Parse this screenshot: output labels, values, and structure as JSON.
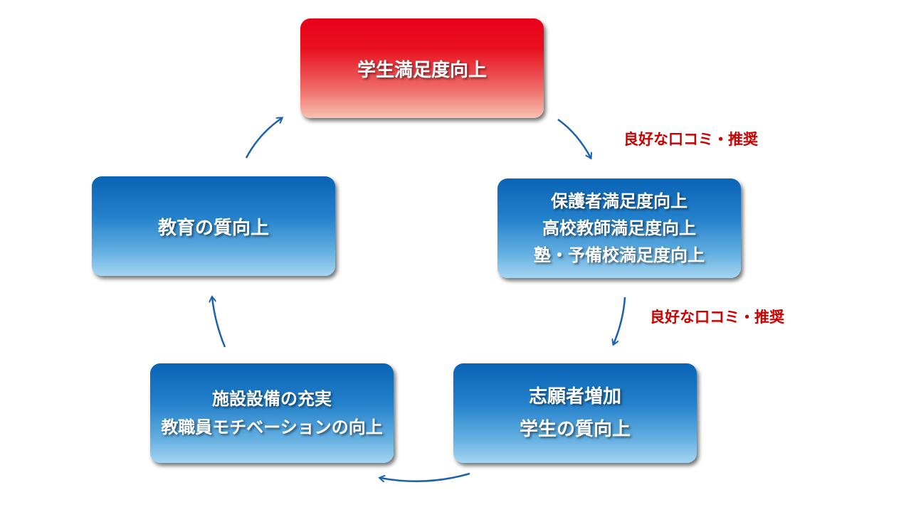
{
  "nodes": {
    "top": {
      "lines": [
        "学生満足度向上"
      ],
      "color": "#e8001a"
    },
    "right": {
      "lines": [
        "保護者満足度向上",
        "高校教師満足度向上",
        "塾・予備校満足度向上"
      ],
      "color": "#0a63b5"
    },
    "bottom_right": {
      "lines": [
        "志願者増加",
        "学生の質向上"
      ],
      "color": "#0a63b5"
    },
    "bottom_left": {
      "lines": [
        "施設設備の充実",
        "教職員モチベーションの向上"
      ],
      "color": "#0a63b5"
    },
    "left": {
      "lines": [
        "教育の質向上"
      ],
      "color": "#0a63b5"
    }
  },
  "edge_labels": {
    "top_to_right": "良好な口コミ・推奨",
    "right_to_bottom_right": "良好な口コミ・推奨"
  },
  "colors": {
    "arrow": "#1a62b0",
    "edge_label": "#cc0000"
  }
}
